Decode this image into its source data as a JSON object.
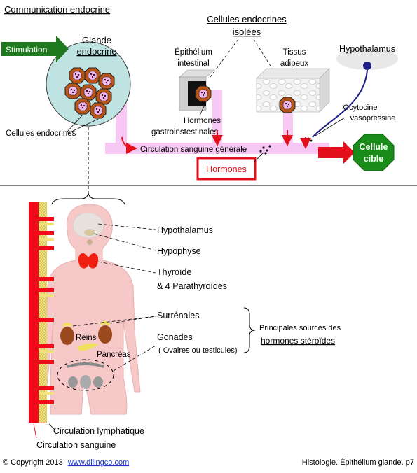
{
  "header": {
    "title": "Communication endocrine"
  },
  "top": {
    "stimulation": "Stimulation",
    "gland_line1": "Glande",
    "gland_line2": "endocrine",
    "endocrine_cells": "Cellules endocrines",
    "isolated_line1": "Cellules endocrines",
    "isolated_line2": "isolées",
    "epithelium_line1": "Épithélium",
    "epithelium_line2": "intestinal",
    "adipose_line1": "Tissus",
    "adipose_line2": "adipeux",
    "hypothalamus": "Hypothalamus",
    "gi_hormones_line1": "Hormones",
    "gi_hormones_line2": "gastroinstestinales",
    "oxytocin_line1": "Ocytocine",
    "oxytocin_line2": "vasopressine",
    "blood_flow": "Circulation sanguine générale",
    "hormones": "Hormones",
    "target_line1": "Cellule",
    "target_line2": "cible"
  },
  "bottom": {
    "hypothalamus": "Hypothalamus",
    "hypophyse": "Hypophyse",
    "thyroid_line1": "Thyroïde",
    "thyroid_line2": "& 4 Parathyroïdes",
    "adrenal": "Surrénales",
    "kidneys": "Reins",
    "pancreas": "Pancréas",
    "gonads_line1": "Gonades",
    "gonads_line2": "( Ovaires ou testicules)",
    "steroid_line1": "Principales sources des",
    "steroid_line2": "hormones stéroïdes",
    "lymph": "Circulation lymphatique",
    "blood": "Circulation sanguine"
  },
  "footer": {
    "copyright": "© Copyright 2013",
    "link": "www.dilingco.com",
    "page_ref": "Histologie. Épithélium glande. p7"
  },
  "colors": {
    "pink_channel": "#f7c8f3",
    "gland_fill": "#bfe3e3",
    "cell_orange": "#b8561a",
    "cell_pink": "#f4b4ec",
    "arrow_green": "#1f7a1f",
    "arrow_red": "#e3101c",
    "target_green": "#1a8c1a",
    "body_pink": "#f6c8c8",
    "thyroid_red": "#f02010",
    "kidney_brown": "#9a4a1e",
    "lymph_yellow": "#f4e37a"
  }
}
